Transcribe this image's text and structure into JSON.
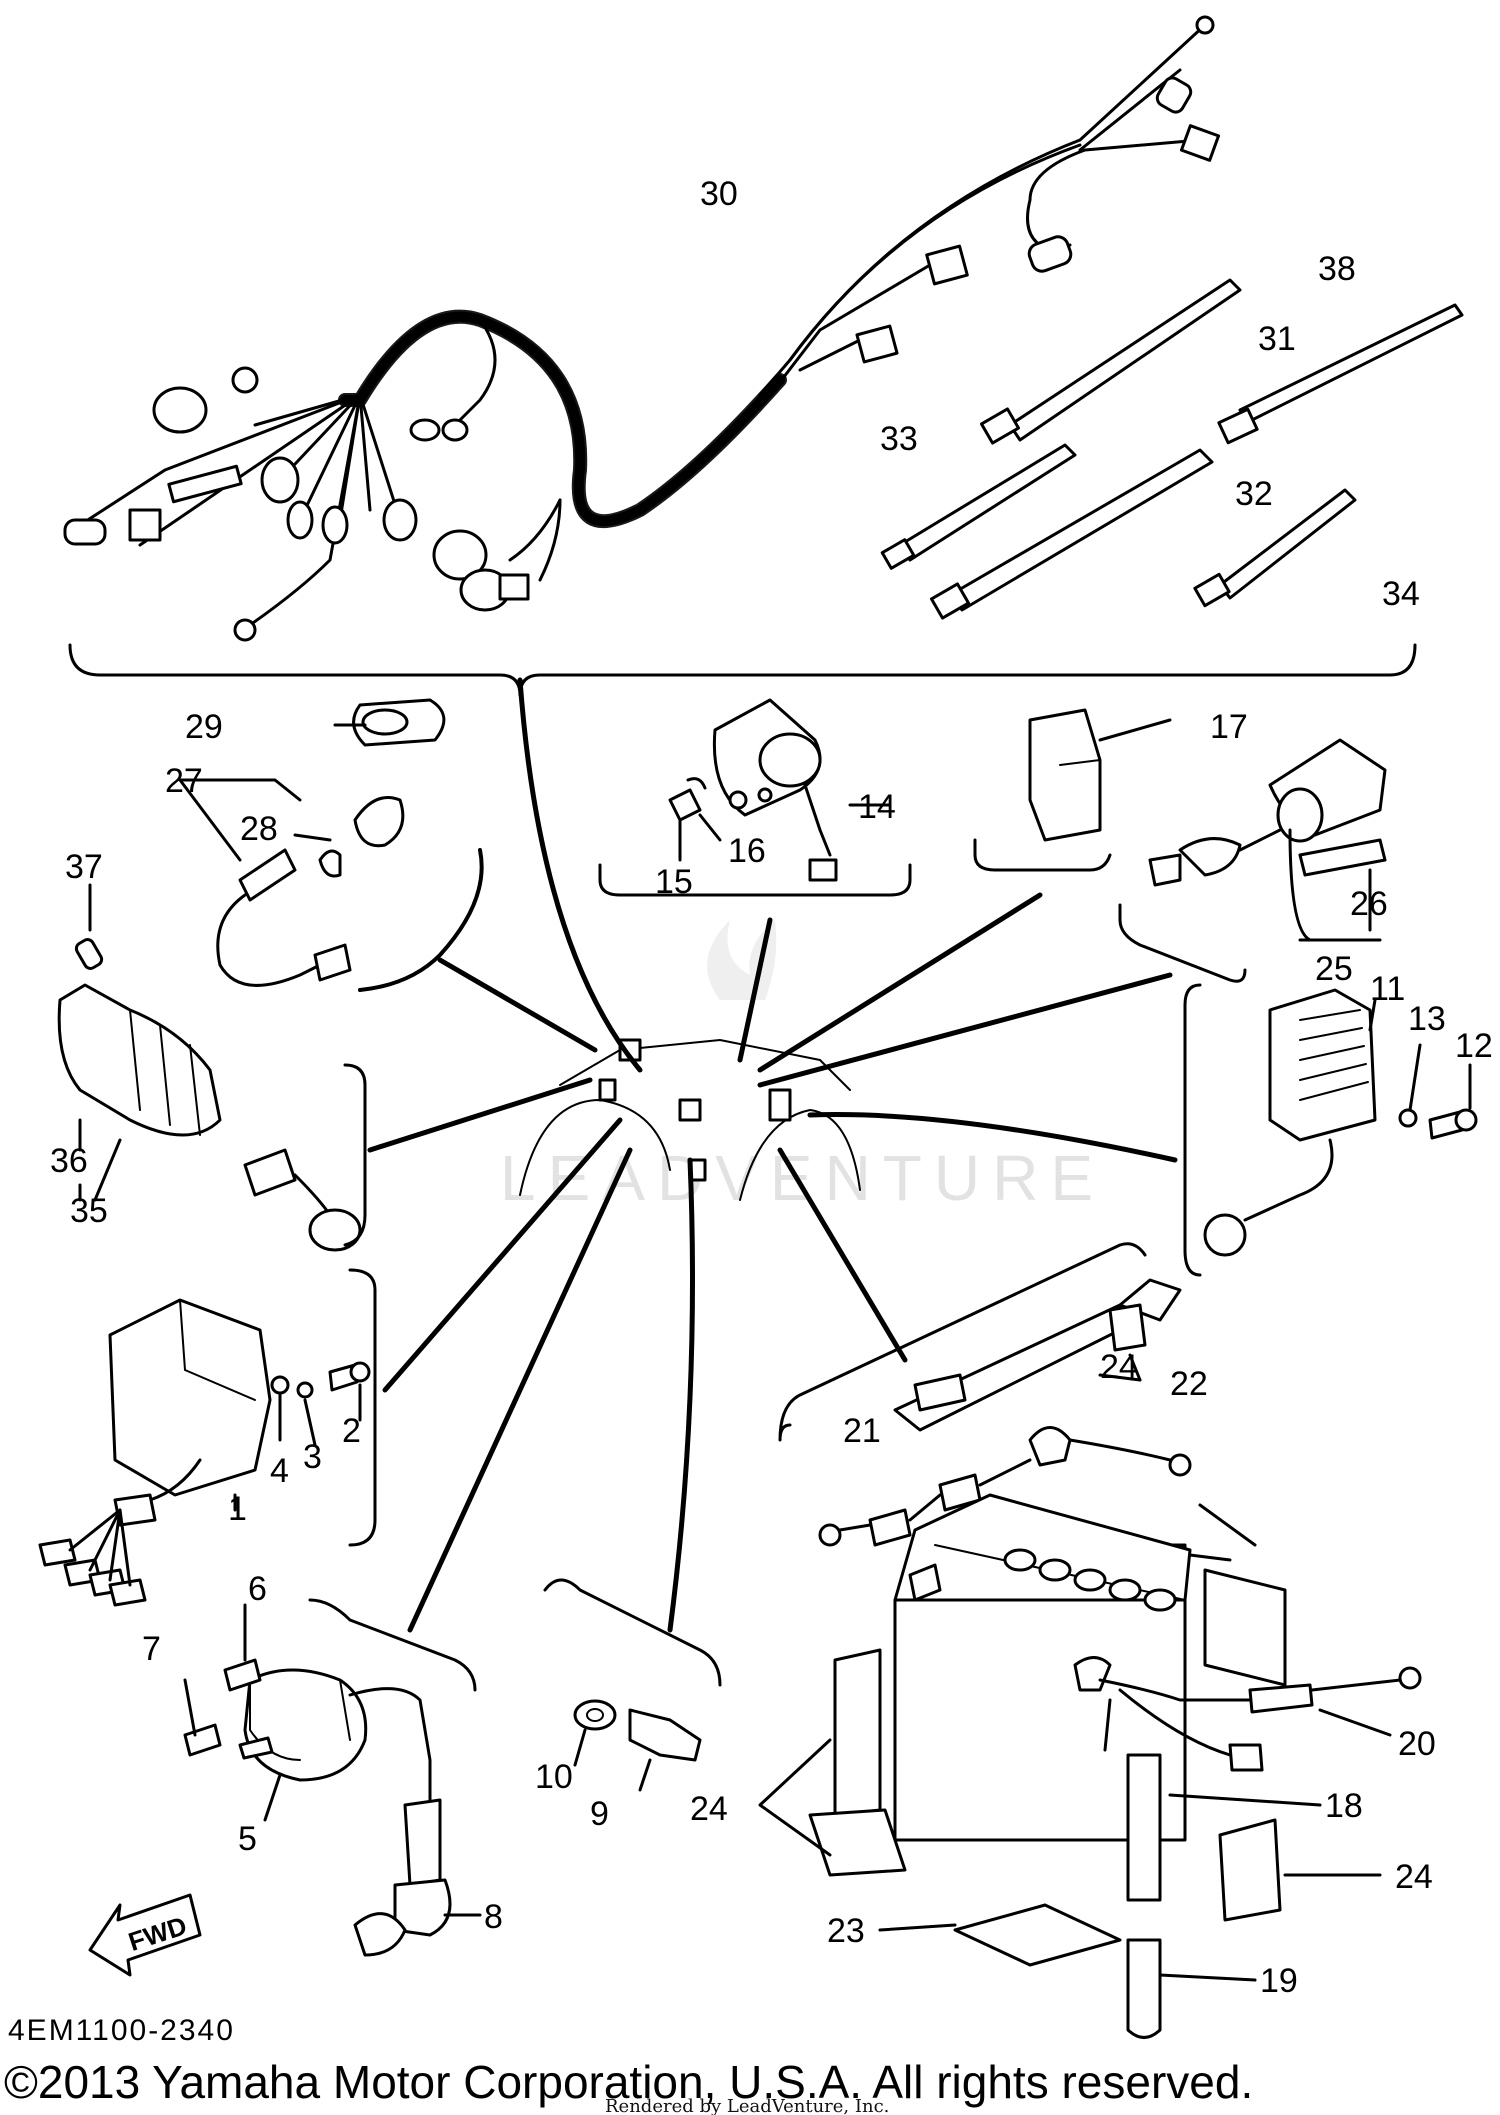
{
  "labels": [
    "1",
    "2",
    "3",
    "4",
    "5",
    "6",
    "7",
    "8",
    "9",
    "10",
    "11",
    "12",
    "13",
    "14",
    "15",
    "16",
    "17",
    "18",
    "19",
    "20",
    "21",
    "22",
    "23",
    "24",
    "25",
    "26",
    "27",
    "28",
    "29",
    "30",
    "31",
    "32",
    "33",
    "34",
    "35",
    "36",
    "37",
    "38"
  ],
  "fwd_label": "FWD",
  "drawing_number": "4EM1100-2340",
  "watermark": "LEADVENTURE",
  "rendered_by": "Rendered by LeadVenture, Inc.",
  "copyright": "©2013 Yamaha Motor Corporation, U.S.A. All rights reserved."
}
